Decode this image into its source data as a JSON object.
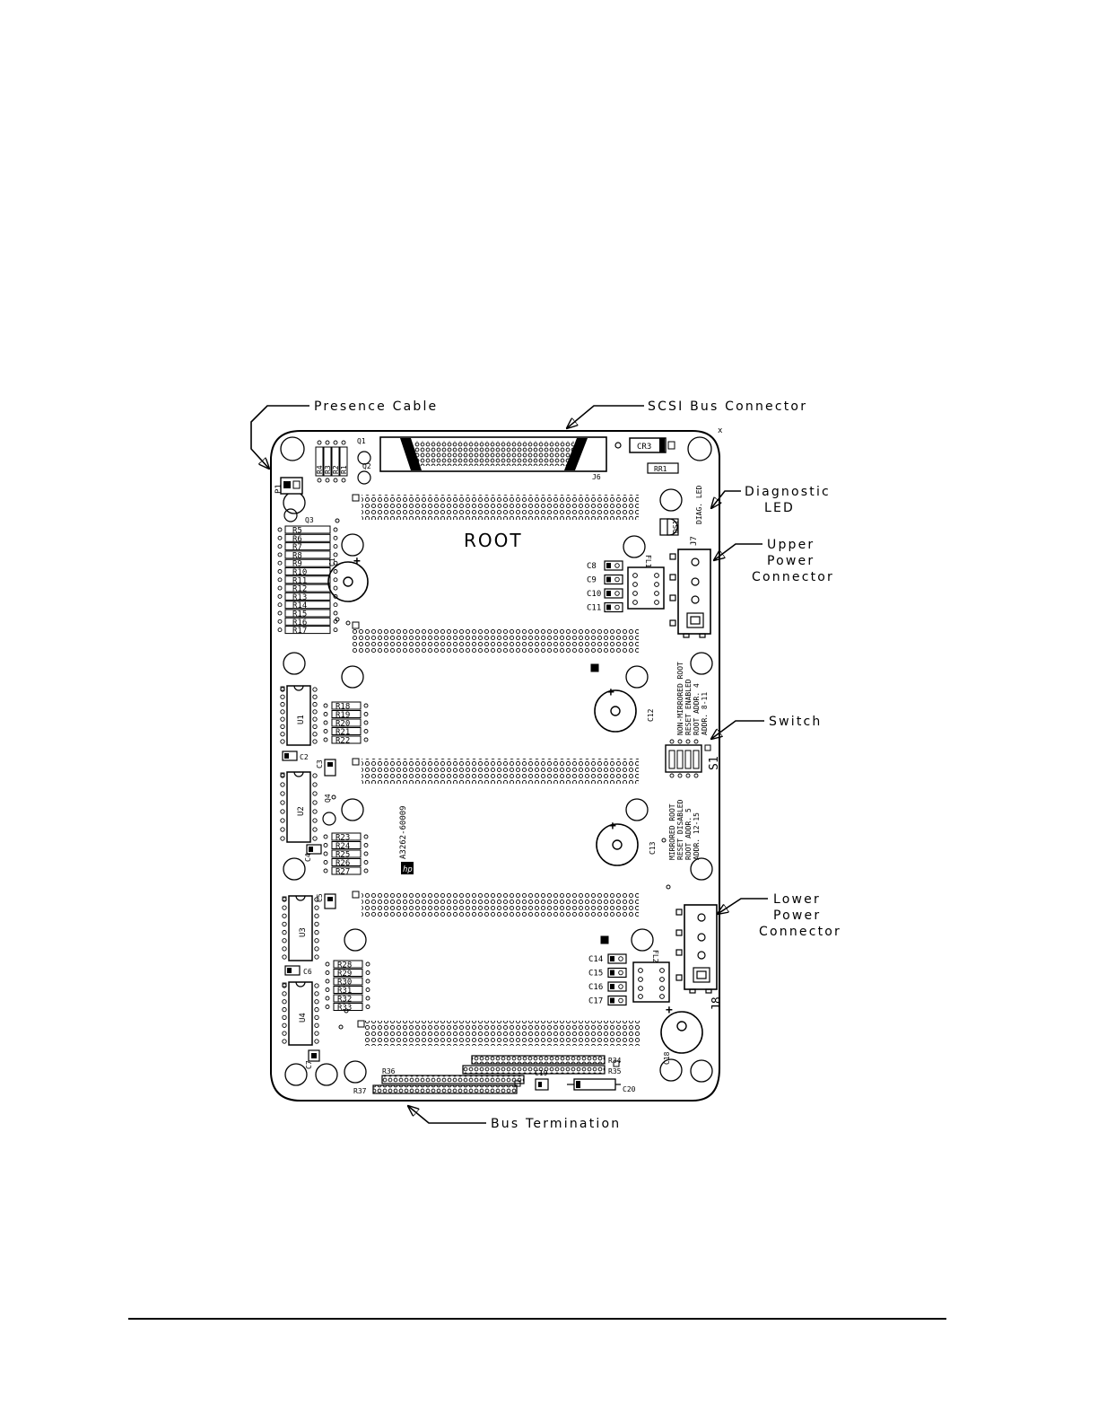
{
  "callouts": {
    "presence_cable": "Presence Cable",
    "scsi_bus_connector": "SCSI Bus Connector",
    "diagnostic_led_1": "Diagnostic",
    "diagnostic_led_2": "LED",
    "upper_power_1": "Upper",
    "upper_power_2": "Power",
    "upper_power_3": "Connector",
    "switch": "Switch",
    "lower_power_1": "Lower",
    "lower_power_2": "Power",
    "lower_power_3": "Connector",
    "bus_termination": "Bus Termination"
  },
  "board": {
    "root_label": "ROOT",
    "part_number": "A3262-60009",
    "switch_ref": "S1",
    "switch_upper_text": [
      "NON-MIRRORED ROOT",
      "RESET ENABLED",
      "ROOT ADDR. 4",
      "ADDR. 8-11"
    ],
    "switch_lower_text": [
      "MIRRORED ROOT",
      "RESET DISABLED",
      "ROOT ADDR. 5",
      "ADDR. 12-15"
    ],
    "diag_text": "DIAG. LED",
    "ref": {
      "p1": "P1",
      "q1": "Q1",
      "q2": "Q2",
      "q3": "Q3",
      "q4": "Q4",
      "j6": "J6",
      "j7": "J7",
      "j8": "J8",
      "cr3": "CR3",
      "rr1": "RR1",
      "ds1": "DS1",
      "fl1": "FL1",
      "fl2": "FL2",
      "u1": "U1",
      "u2": "U2",
      "u3": "U3",
      "u4": "U4",
      "c1": "C1",
      "c2": "C2",
      "c3": "C3",
      "c4": "C4",
      "c5": "C5",
      "c6": "C6",
      "c7": "C7",
      "c8": "C8",
      "c9": "C9",
      "c10": "C10",
      "c11": "C11",
      "c12": "C12",
      "c13": "C13",
      "c14": "C14",
      "c15": "C15",
      "c16": "C16",
      "c17": "C17",
      "c18": "C18",
      "c19": "C19",
      "c20": "C20",
      "r34": "R34",
      "r35": "R35",
      "r36": "R36",
      "r37": "R37",
      "x_mark": "x",
      "plus": "+"
    },
    "top_resistors": [
      "R4",
      "R3",
      "R2",
      "R1"
    ],
    "left_resistors": [
      "R5",
      "R6",
      "R7",
      "R8",
      "R9",
      "R10",
      "R11",
      "R12",
      "R13",
      "R14",
      "R15",
      "R16",
      "R17"
    ],
    "resistors_u1": [
      "R18",
      "R19",
      "R20",
      "R21",
      "R22"
    ],
    "resistors_u2": [
      "R23",
      "R24",
      "R25",
      "R26",
      "R27"
    ],
    "resistors_u3": [
      "R28",
      "R29",
      "R30",
      "R31",
      "R32",
      "R33"
    ]
  }
}
